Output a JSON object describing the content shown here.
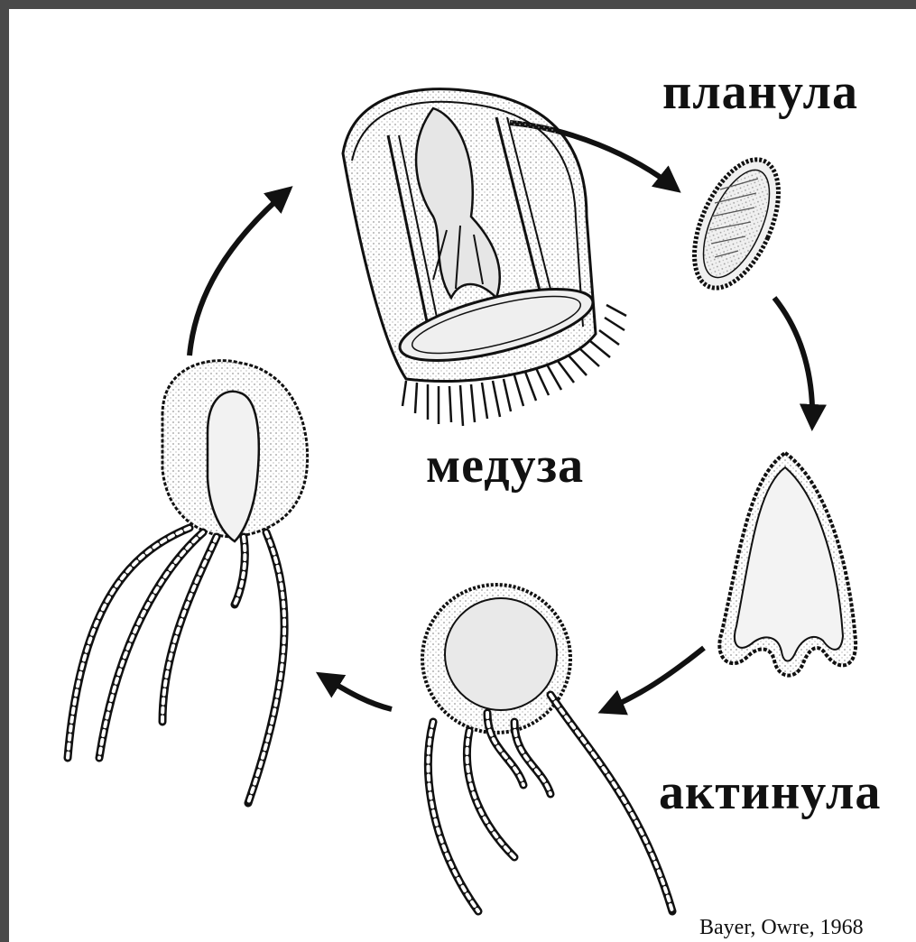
{
  "labels": {
    "planula": "планула",
    "medusa": "медуза",
    "actinula": "актинула"
  },
  "credit": "Bayer, Owre, 1968",
  "colors": {
    "frame": "#4a4a4a",
    "background": "#ffffff",
    "ink": "#111111",
    "stipple": "#cfcfcf"
  }
}
